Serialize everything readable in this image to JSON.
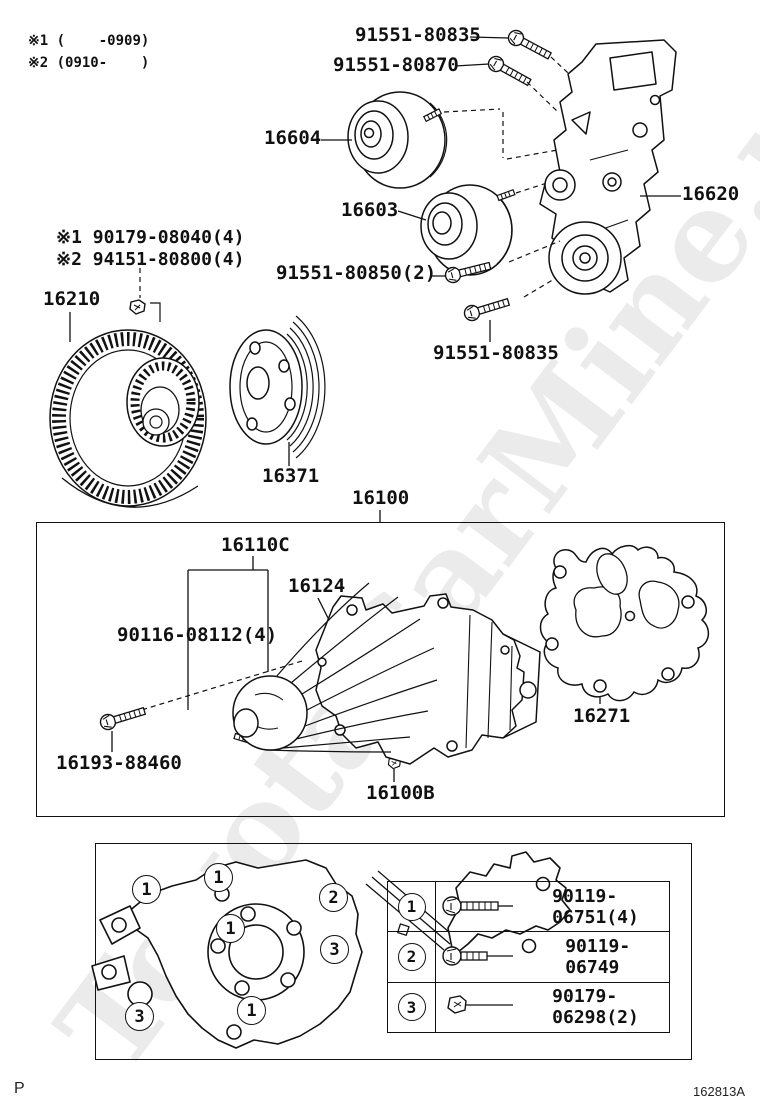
{
  "page": {
    "watermark": "ToyotaCarMine.ru",
    "footer_left": "P",
    "footer_right": "162813A"
  },
  "notes": {
    "line1": "※1 (    -0909)",
    "line2": "※2 (0910-    )"
  },
  "parts": {
    "p91551_80835_top": "91551-80835",
    "p91551_80870": "91551-80870",
    "p16604": "16604",
    "p16603": "16603",
    "p16620": "16620",
    "note_bolt_1": "※1 90179-08040(4)",
    "note_bolt_2": "※2 94151-80800(4)",
    "p16210": "16210",
    "p91551_80850": "91551-80850(2)",
    "p91551_80835_b": "91551-80835",
    "p16371": "16371",
    "p16100": "16100",
    "p16110C": "16110C",
    "p16124": "16124",
    "p90116_08112": "90116-08112(4)",
    "p16193_88460": "16193-88460",
    "p16271": "16271",
    "p16100B": "16100B"
  },
  "callouts": {
    "list": [
      "1",
      "1",
      "2",
      "1",
      "3",
      "3",
      "1"
    ]
  },
  "legend": {
    "rows": [
      {
        "num": "1",
        "part": "90119-06751(4)",
        "icon": "bolt-long-icon"
      },
      {
        "num": "2",
        "part": "90119-06749",
        "icon": "bolt-short-icon"
      },
      {
        "num": "3",
        "part": "90179-06298(2)",
        "icon": "flange-nut-icon"
      }
    ]
  }
}
